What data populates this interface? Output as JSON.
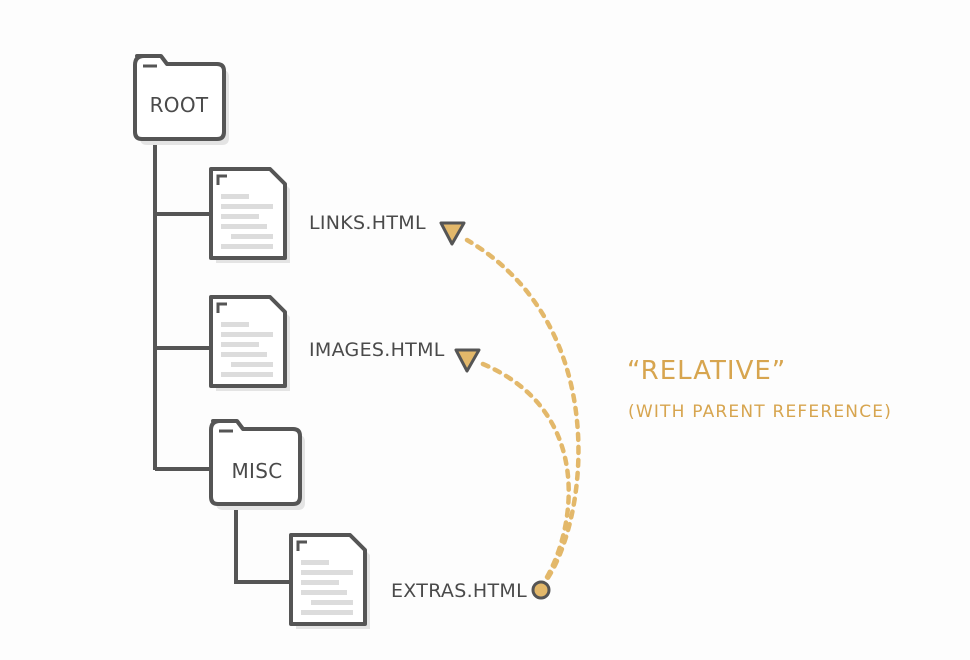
{
  "tree": {
    "root": {
      "label": "ROOT"
    },
    "files": [
      {
        "label": "LINKS.HTML"
      },
      {
        "label": "IMAGES.HTML"
      }
    ],
    "misc": {
      "label": "MISC",
      "files": [
        {
          "label": "EXTRAS.HTML"
        }
      ]
    }
  },
  "annotation": {
    "title": "“RELATIVE”",
    "subtitle": "(WITH PARENT REFERENCE)"
  },
  "colors": {
    "line": "#555555",
    "accent": "#e3b86a",
    "accent_text": "#d7a54f",
    "shadow": "#e6e6e6",
    "doc_lines": "#dcdcdc"
  }
}
